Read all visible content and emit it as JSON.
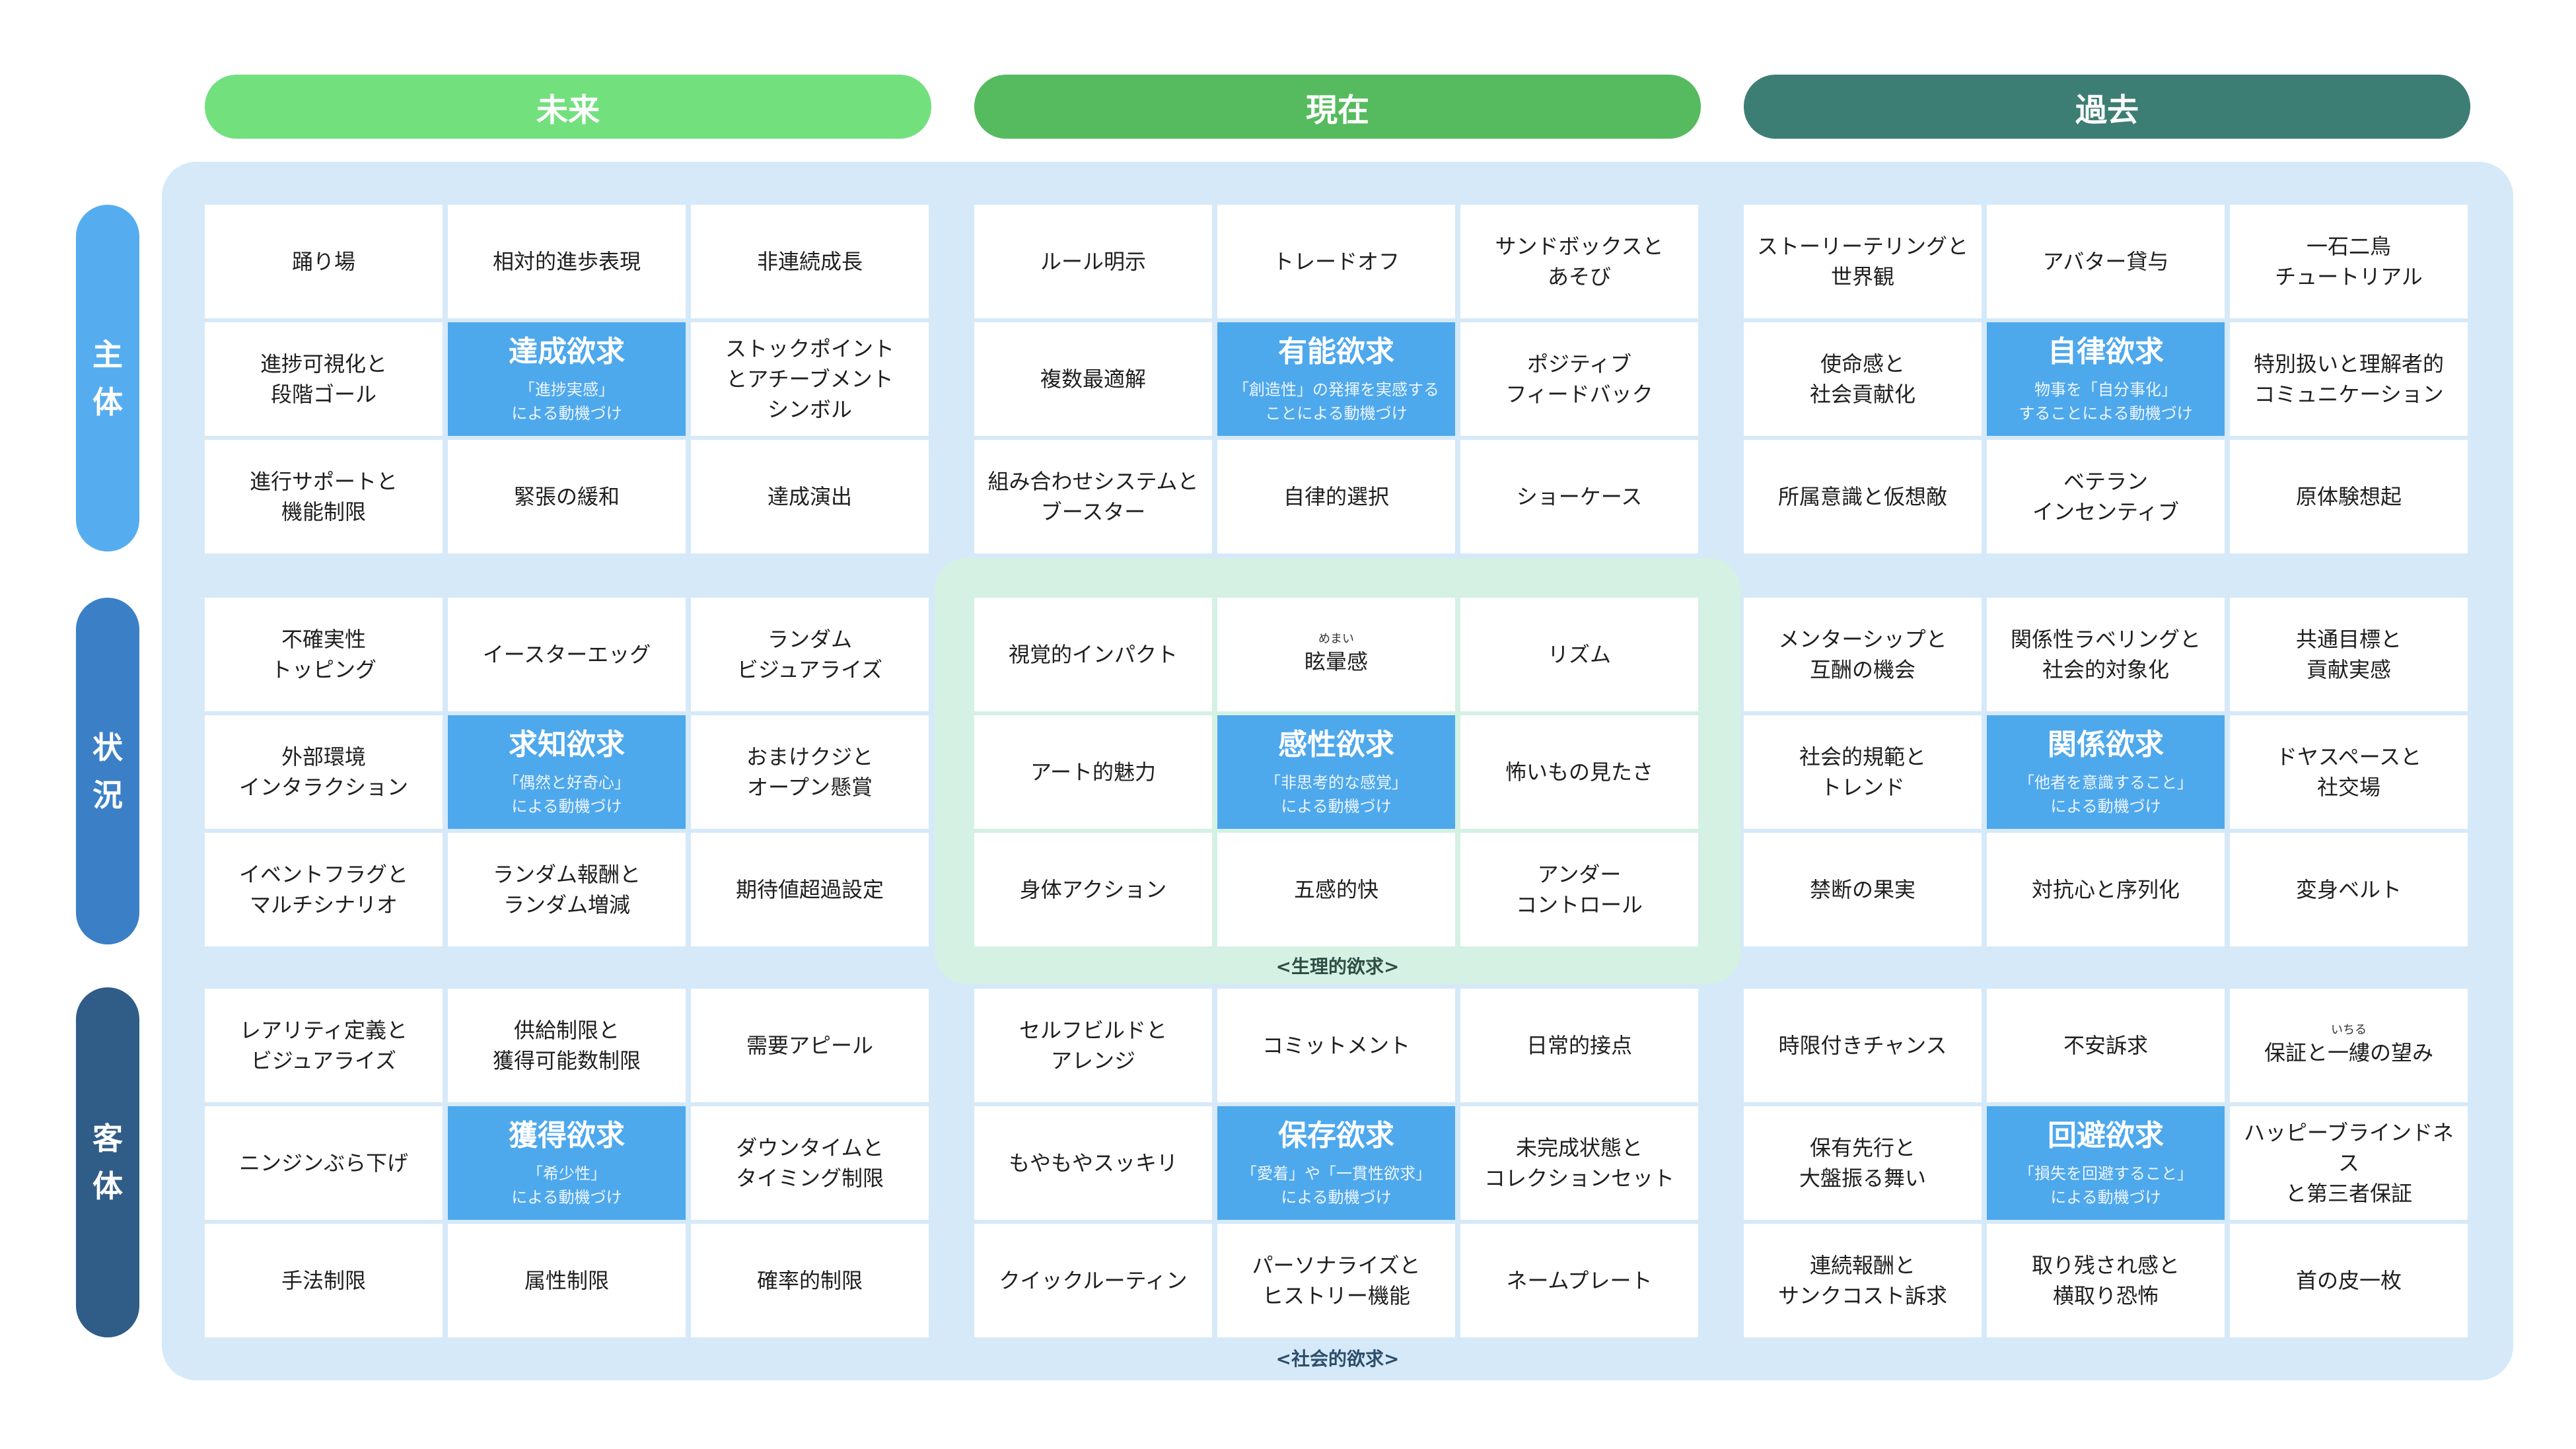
{
  "columns": {
    "future": "未来",
    "now": "現在",
    "past": "過去"
  },
  "rows": {
    "subject": [
      "主",
      "体"
    ],
    "situation": [
      "状",
      "況"
    ],
    "object": [
      "客",
      "体"
    ]
  },
  "labels": {
    "physiological": "<生理的欲求>",
    "social": "<社会的欲求>"
  },
  "colors": {
    "future_header": "#73e07e",
    "now_header": "#56bb5e",
    "past_header": "#3d7e74",
    "center_cell": "#4ea8ec",
    "background_panel": "#d5e9f8",
    "physiological_panel": "#d4f1e4"
  },
  "grid": {
    "subject": {
      "future": [
        [
          "踊り場"
        ],
        [
          "相対的進歩表現"
        ],
        [
          "非連続成長"
        ],
        [
          "進捗可視化と",
          "段階ゴール"
        ],
        {
          "main": "達成欲求",
          "sub": [
            "「進捗実感」",
            "による動機づけ"
          ]
        },
        [
          "ストックポイント",
          "とアチーブメント",
          "シンボル"
        ],
        [
          "進行サポートと",
          "機能制限"
        ],
        [
          "緊張の緩和"
        ],
        [
          "達成演出"
        ]
      ],
      "now": [
        [
          "ルール明示"
        ],
        [
          "トレードオフ"
        ],
        [
          "サンドボックスと",
          "あそび"
        ],
        [
          "複数最適解"
        ],
        {
          "main": "有能欲求",
          "sub": [
            "「創造性」の発揮を実感する",
            "ことによる動機づけ"
          ]
        },
        [
          "ポジティブ",
          "フィードバック"
        ],
        [
          "組み合わせシステムと",
          "ブースター"
        ],
        [
          "自律的選択"
        ],
        [
          "ショーケース"
        ]
      ],
      "past": [
        [
          "ストーリーテリングと",
          "世界観"
        ],
        [
          "アバター貸与"
        ],
        [
          "一石二鳥",
          "チュートリアル"
        ],
        [
          "使命感と",
          "社会貢献化"
        ],
        {
          "main": "自律欲求",
          "sub": [
            "物事を「自分事化」",
            "することによる動機づけ"
          ]
        },
        [
          "特別扱いと理解者的",
          "コミュニケーション"
        ],
        [
          "所属意識と仮想敵"
        ],
        [
          "ベテラン",
          "インセンティブ"
        ],
        [
          "原体験想起"
        ]
      ]
    },
    "situation": {
      "future": [
        [
          "不確実性",
          "トッピング"
        ],
        [
          "イースターエッグ"
        ],
        [
          "ランダム",
          "ビジュアライズ"
        ],
        [
          "外部環境",
          "インタラクション"
        ],
        {
          "main": "求知欲求",
          "sub": [
            "「偶然と好奇心」",
            "による動機づけ"
          ]
        },
        [
          "おまけクジと",
          "オープン懸賞"
        ],
        [
          "イベントフラグと",
          "マルチシナリオ"
        ],
        [
          "ランダム報酬と",
          "ランダム増減"
        ],
        [
          "期待値超過設定"
        ]
      ],
      "now": [
        [
          "視覚的インパクト"
        ],
        {
          "ruby": "めまい",
          "text": "眩暈感"
        },
        [
          "リズム"
        ],
        [
          "アート的魅力"
        ],
        {
          "main": "感性欲求",
          "sub": [
            "「非思考的な感覚」",
            "による動機づけ"
          ]
        },
        [
          "怖いもの見たさ"
        ],
        [
          "身体アクション"
        ],
        [
          "五感的快"
        ],
        [
          "アンダー",
          "コントロール"
        ]
      ],
      "past": [
        [
          "メンターシップと",
          "互酬の機会"
        ],
        [
          "関係性ラベリングと",
          "社会的対象化"
        ],
        [
          "共通目標と",
          "貢献実感"
        ],
        [
          "社会的規範と",
          "トレンド"
        ],
        {
          "main": "関係欲求",
          "sub": [
            "「他者を意識すること」",
            "による動機づけ"
          ]
        },
        [
          "ドヤスペースと",
          "社交場"
        ],
        [
          "禁断の果実"
        ],
        [
          "対抗心と序列化"
        ],
        [
          "変身ベルト"
        ]
      ]
    },
    "object": {
      "future": [
        [
          "レアリティ定義と",
          "ビジュアライズ"
        ],
        [
          "供給制限と",
          "獲得可能数制限"
        ],
        [
          "需要アピール"
        ],
        [
          "ニンジンぶら下げ"
        ],
        {
          "main": "獲得欲求",
          "sub": [
            "「希少性」",
            "による動機づけ"
          ]
        },
        [
          "ダウンタイムと",
          "タイミング制限"
        ],
        [
          "手法制限"
        ],
        [
          "属性制限"
        ],
        [
          "確率的制限"
        ]
      ],
      "now": [
        [
          "セルフビルドと",
          "アレンジ"
        ],
        [
          "コミットメント"
        ],
        [
          "日常的接点"
        ],
        [
          "もやもやスッキリ"
        ],
        {
          "main": "保存欲求",
          "sub": [
            "「愛着」や「一貫性欲求」",
            "による動機づけ"
          ]
        },
        [
          "未完成状態と",
          "コレクションセット"
        ],
        [
          "クイックルーティン"
        ],
        [
          "パーソナライズと",
          "ヒストリー機能"
        ],
        [
          "ネームプレート"
        ]
      ],
      "past": [
        [
          "時限付きチャンス"
        ],
        [
          "不安訴求"
        ],
        {
          "ruby": "いちる",
          "text": "保証と一縷の望み"
        },
        [
          "保有先行と",
          "大盤振る舞い"
        ],
        {
          "main": "回避欲求",
          "sub": [
            "「損失を回避すること」",
            "による動機づけ"
          ]
        },
        [
          "ハッピーブラインドネス",
          "と第三者保証"
        ],
        [
          "連続報酬と",
          "サンクコスト訴求"
        ],
        [
          "取り残され感と",
          "横取り恐怖"
        ],
        [
          "首の皮一枚"
        ]
      ]
    }
  }
}
